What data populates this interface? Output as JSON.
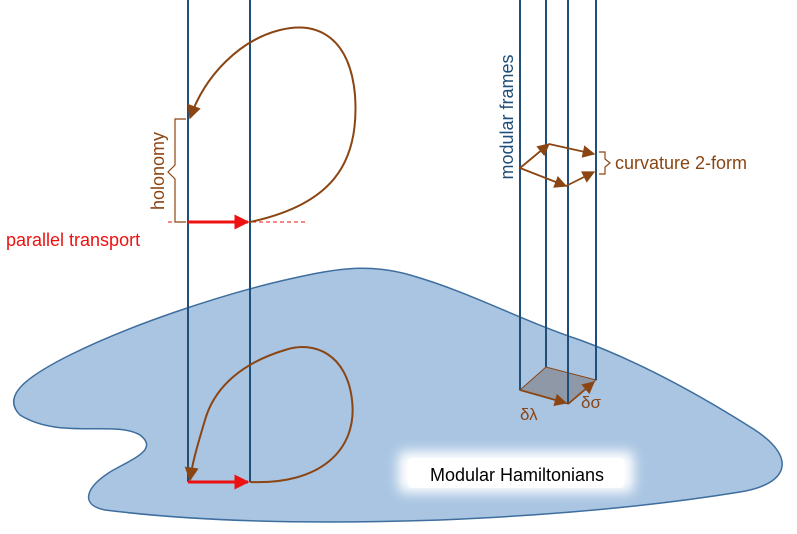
{
  "labels": {
    "modular_hamiltonians": "Modular Hamiltonians",
    "parallel_transport": "parallel transport",
    "holonomy": "holonomy",
    "modular_frames": "modular frames",
    "curvature": "curvature 2-form",
    "delta_lambda": "δλ",
    "delta_sigma": "δσ"
  },
  "colors": {
    "surface_fill": "#a9c5e2",
    "surface_stroke": "#3e6e9e",
    "fiber": "#1f4e79",
    "curve": "#8b4513",
    "transport": "#ee1111",
    "parallelogram": "#8f98a6",
    "label_bg": "#ffffff"
  }
}
